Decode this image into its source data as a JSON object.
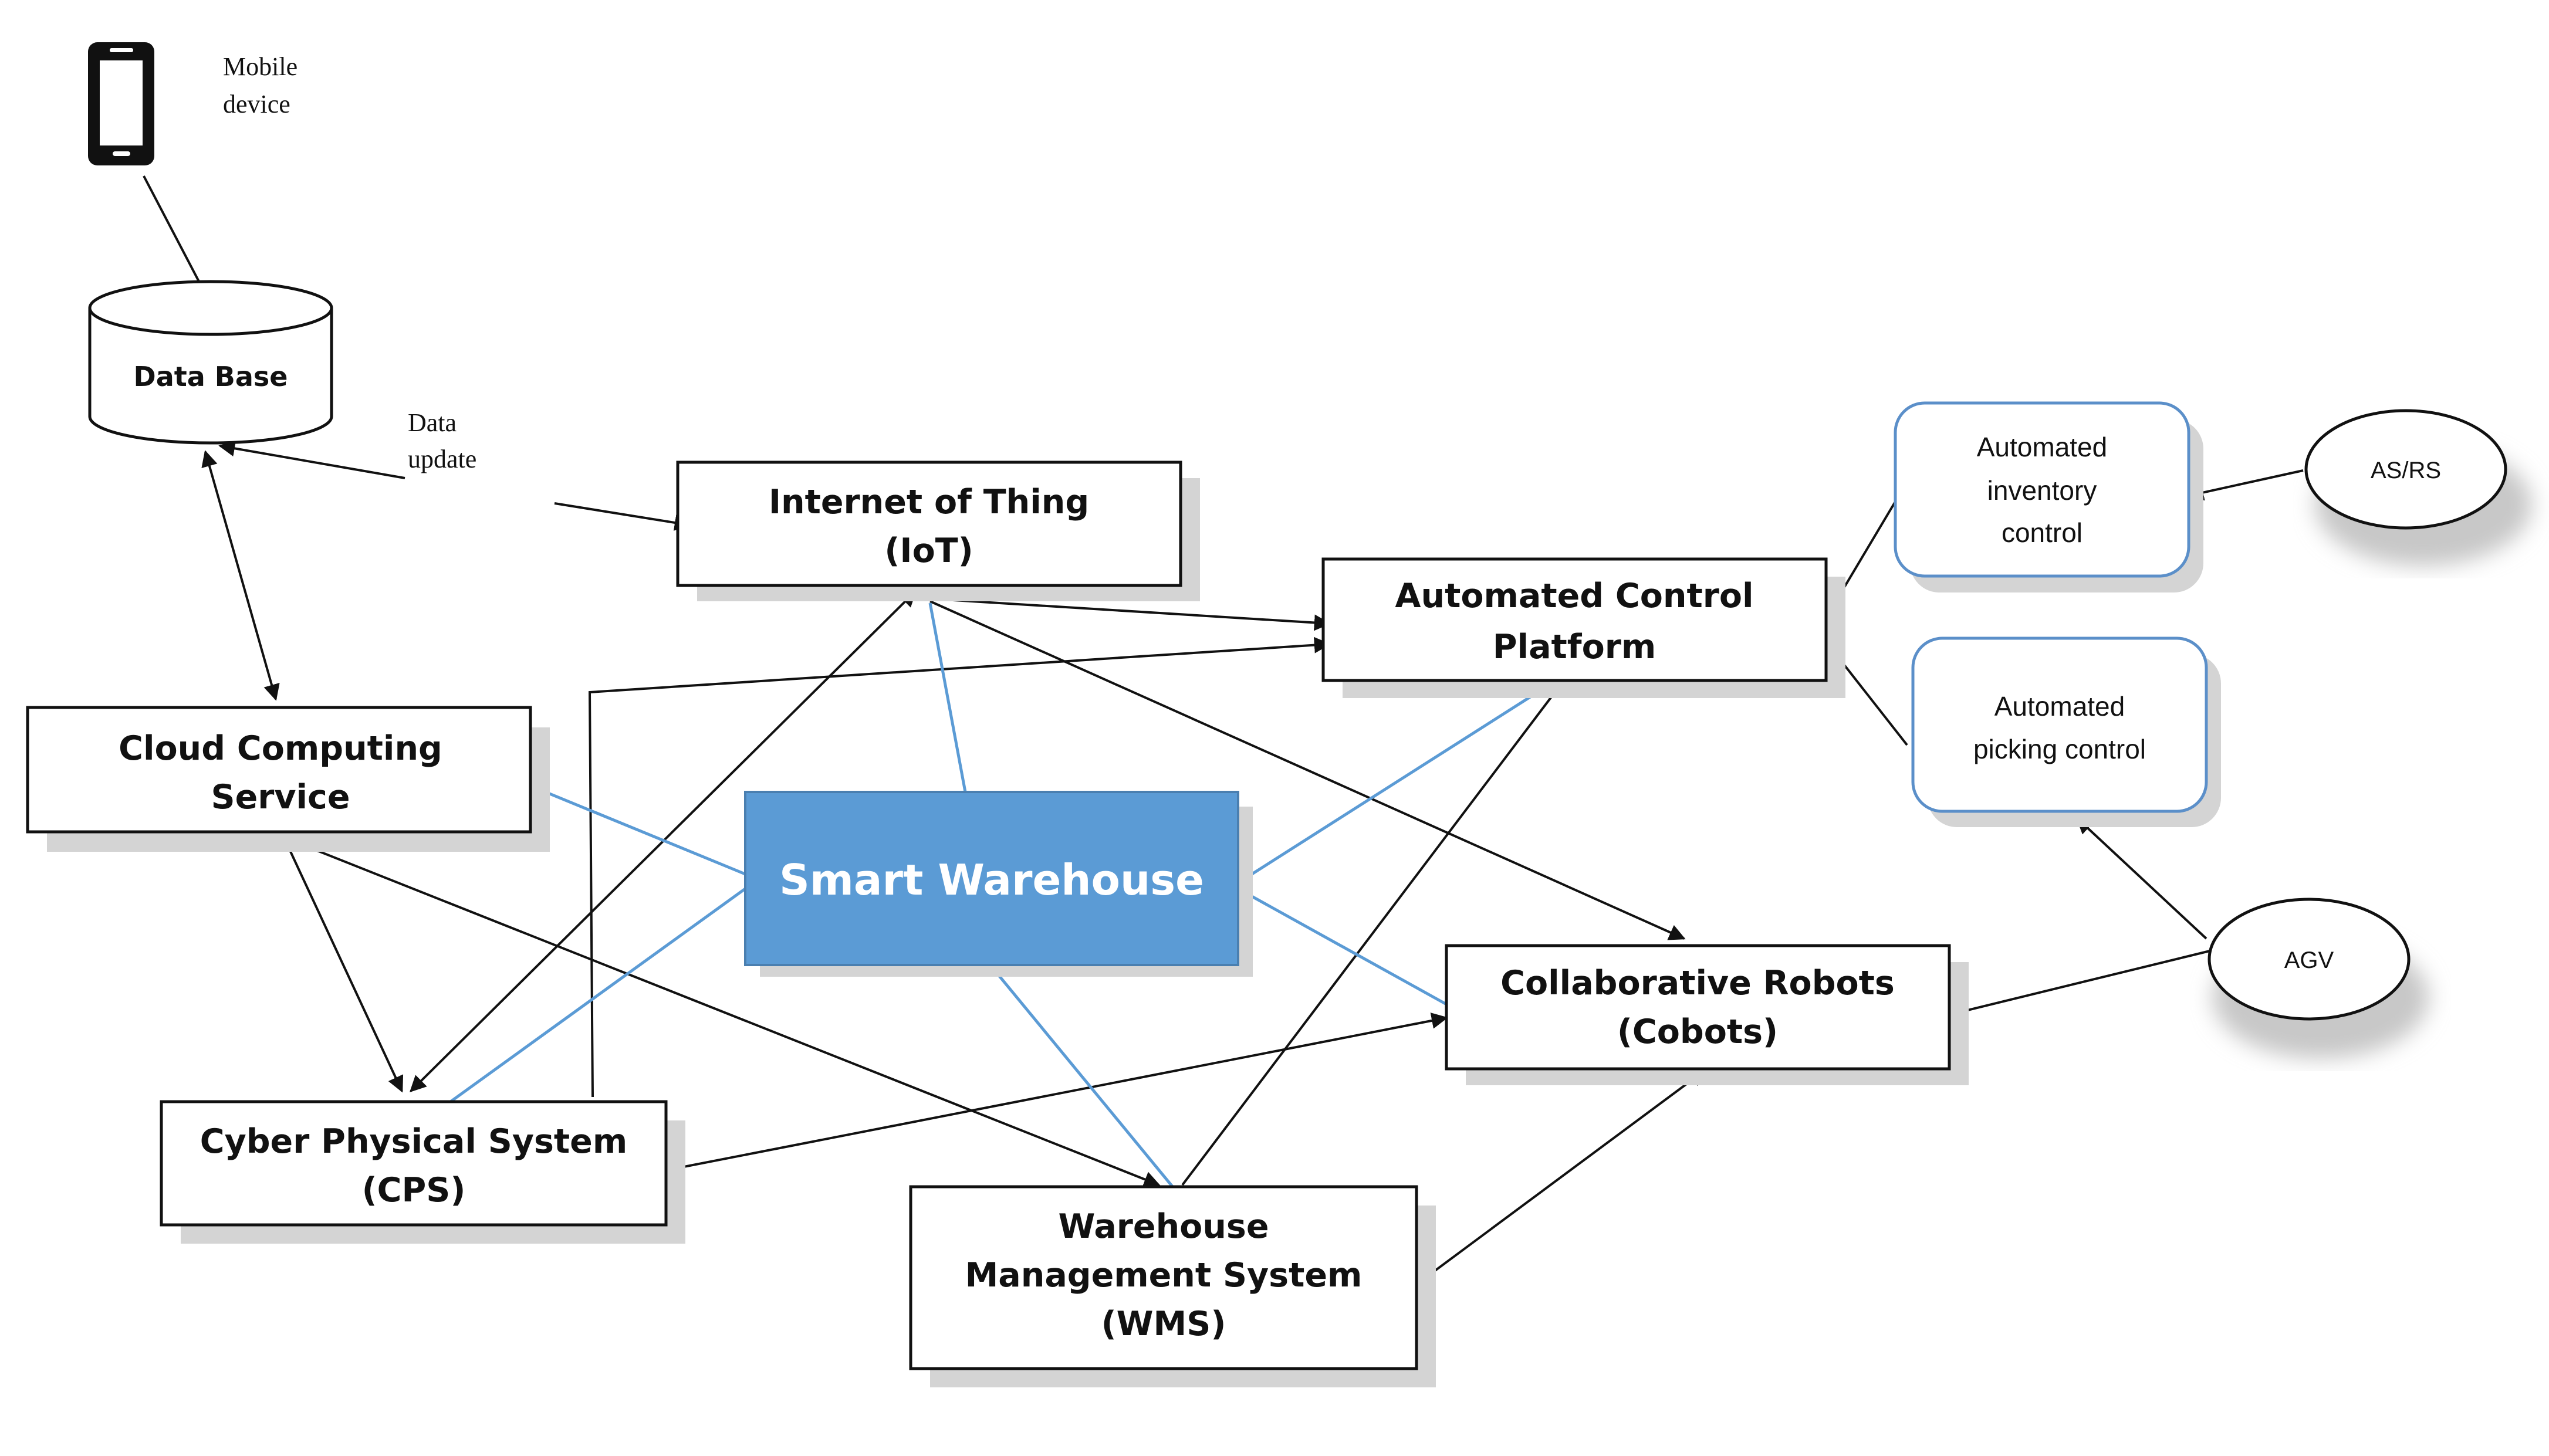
{
  "mobile_device": {
    "lines": [
      "Mobile",
      "device"
    ],
    "icon": "mobile-phone-icon"
  },
  "database": {
    "label": "Data Base",
    "icon": "database-cylinder-icon"
  },
  "data_update": {
    "lines": [
      "Data",
      "update"
    ]
  },
  "iot": {
    "lines": [
      "Internet of Thing",
      "(IoT)"
    ]
  },
  "acp": {
    "lines": [
      "Automated Control",
      "Platform"
    ]
  },
  "cloud": {
    "lines": [
      "Cloud Computing",
      "Service"
    ]
  },
  "smart_warehouse": {
    "label": "Smart Warehouse"
  },
  "cobots": {
    "lines": [
      "Collaborative Robots",
      "(Cobots)"
    ]
  },
  "cps": {
    "lines": [
      "Cyber Physical System",
      "(CPS)"
    ]
  },
  "wms": {
    "lines": [
      "Warehouse",
      "Management System",
      "(WMS)"
    ]
  },
  "inventory": {
    "lines": [
      "Automated",
      "inventory",
      "control"
    ]
  },
  "picking": {
    "lines": [
      "Automated",
      "picking control"
    ]
  },
  "asrs": {
    "label": "AS/RS"
  },
  "agv": {
    "label": "AGV"
  },
  "colors": {
    "smart_fill": "#5b9bd5",
    "blue_link": "#5b9bd5",
    "rounded_border": "#5b8fc9",
    "line": "#111111"
  }
}
